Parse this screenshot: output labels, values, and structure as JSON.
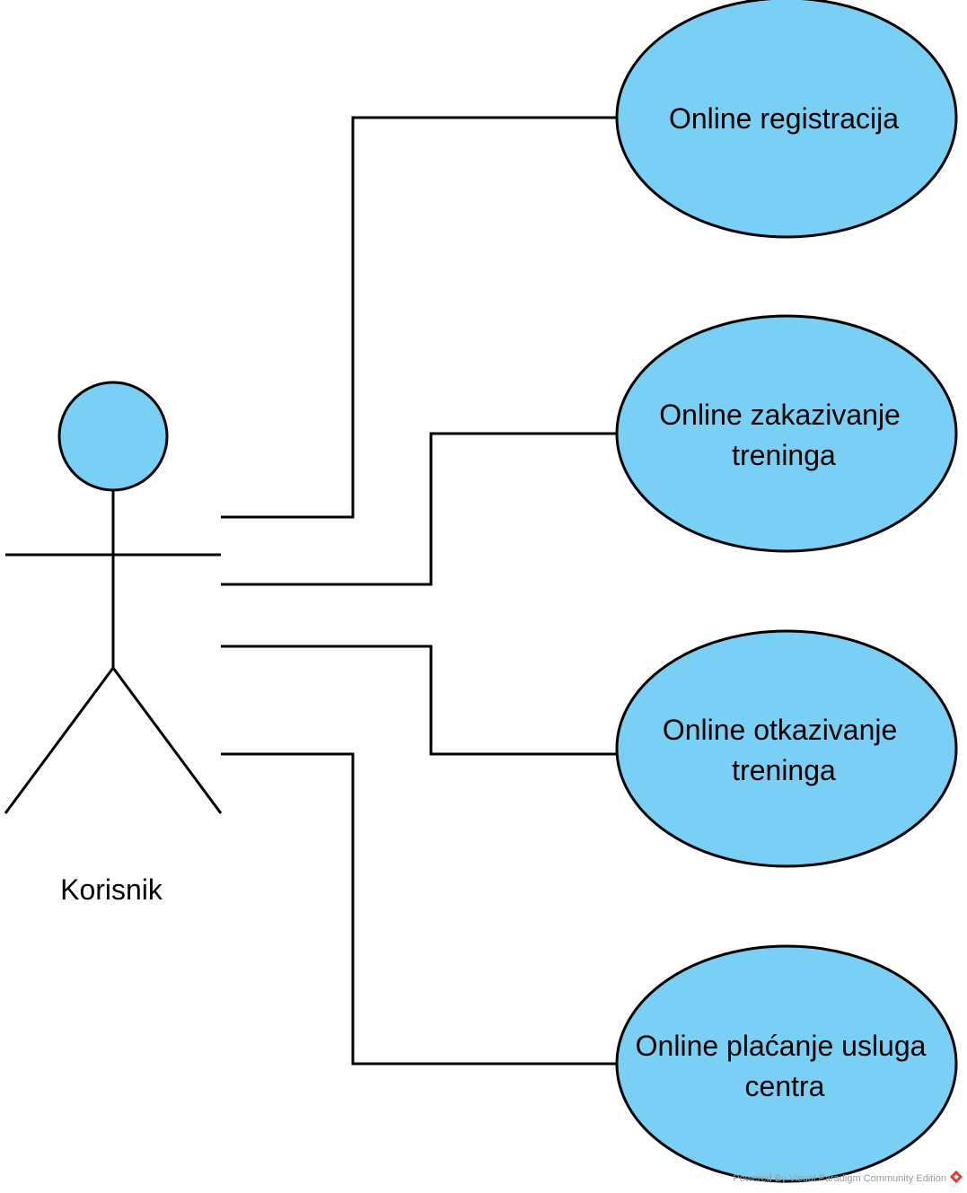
{
  "diagram": {
    "colors": {
      "usecase_fill": "#7acff4",
      "actor_fill": "#7acff4",
      "stroke": "#000000",
      "watermark_logo": "#e03a3a"
    },
    "actor": {
      "name": "Korisnik"
    },
    "use_cases": [
      {
        "id": "uc1",
        "lines": [
          "Online registracija"
        ]
      },
      {
        "id": "uc2",
        "lines": [
          "Online zakazivanje",
          "treninga"
        ]
      },
      {
        "id": "uc3",
        "lines": [
          "Online otkazivanje",
          "treninga"
        ]
      },
      {
        "id": "uc4",
        "lines": [
          "Online plaćanje usluga",
          "centra"
        ]
      }
    ],
    "watermark": {
      "text": "Powered By  Visual Paradigm Community Edition",
      "icon": "visual-paradigm-logo-icon"
    }
  }
}
